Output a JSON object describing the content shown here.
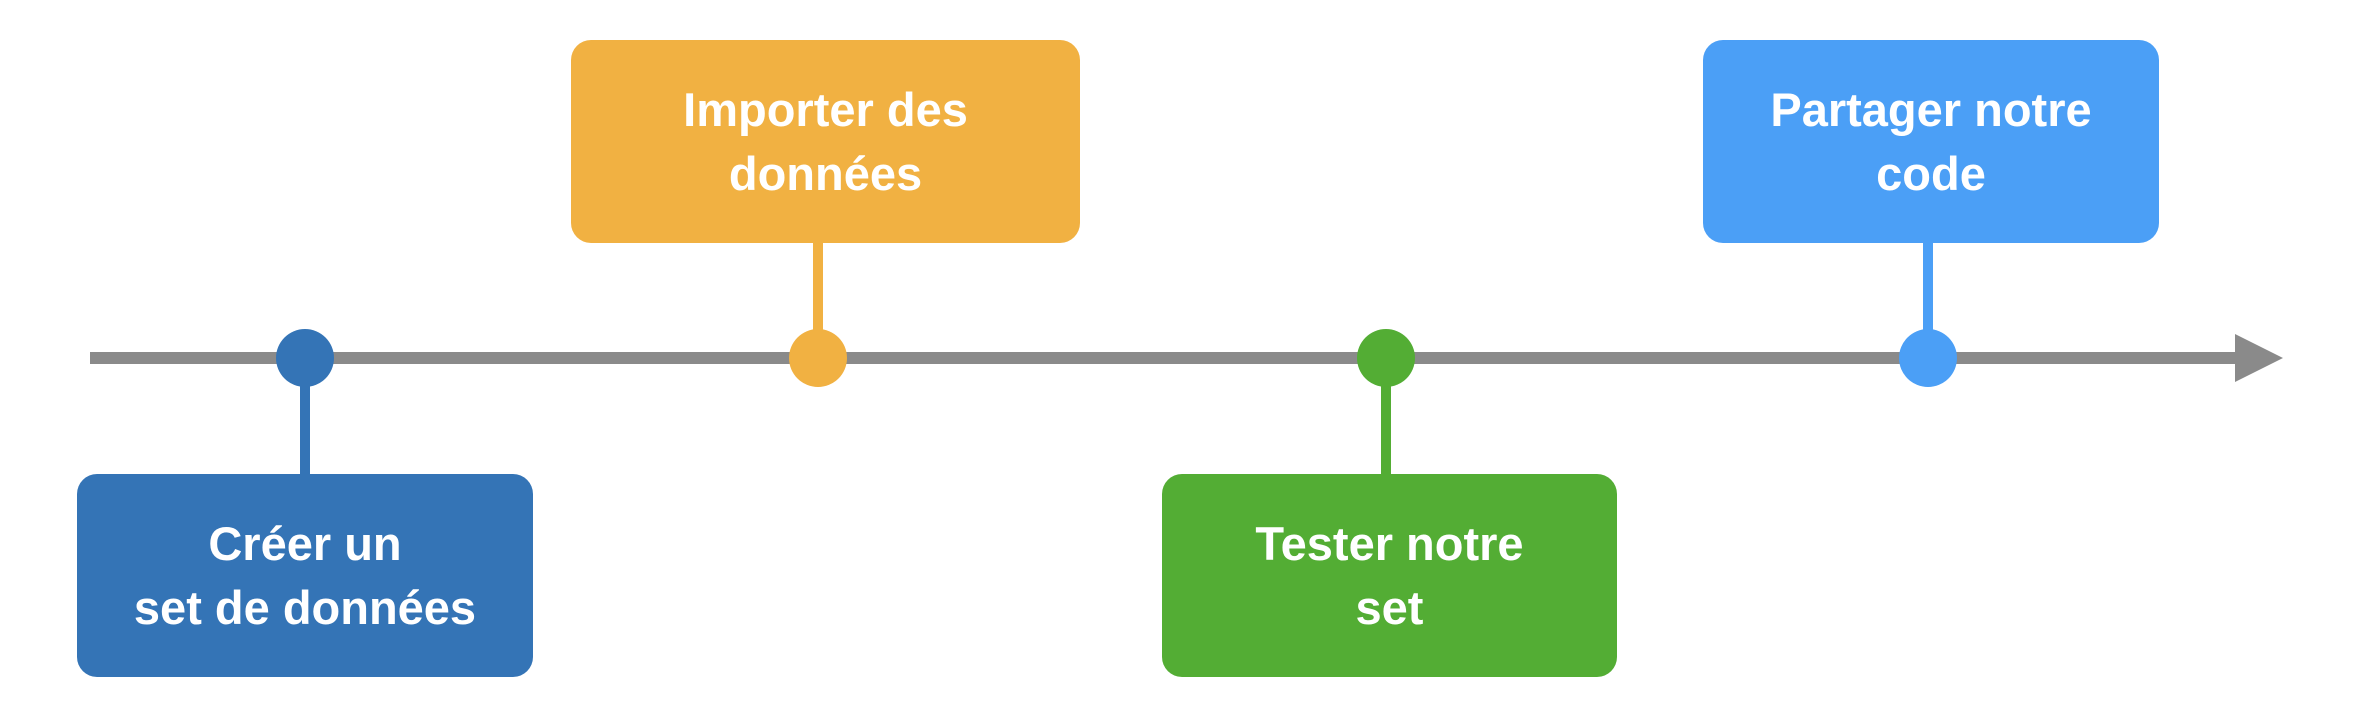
{
  "colors": {
    "axis": "#8a8a8a",
    "background": "#ffffff",
    "text": "#ffffff"
  },
  "milestones": [
    {
      "label": "Créer un\nset de données",
      "color": "#3474b6",
      "position": "below"
    },
    {
      "label": "Importer des\ndonnées",
      "color": "#f1b142",
      "position": "above"
    },
    {
      "label": "Tester notre\nset",
      "color": "#53ad34",
      "position": "below"
    },
    {
      "label": "Partager notre\ncode",
      "color": "#4b9ff6",
      "position": "above"
    }
  ]
}
